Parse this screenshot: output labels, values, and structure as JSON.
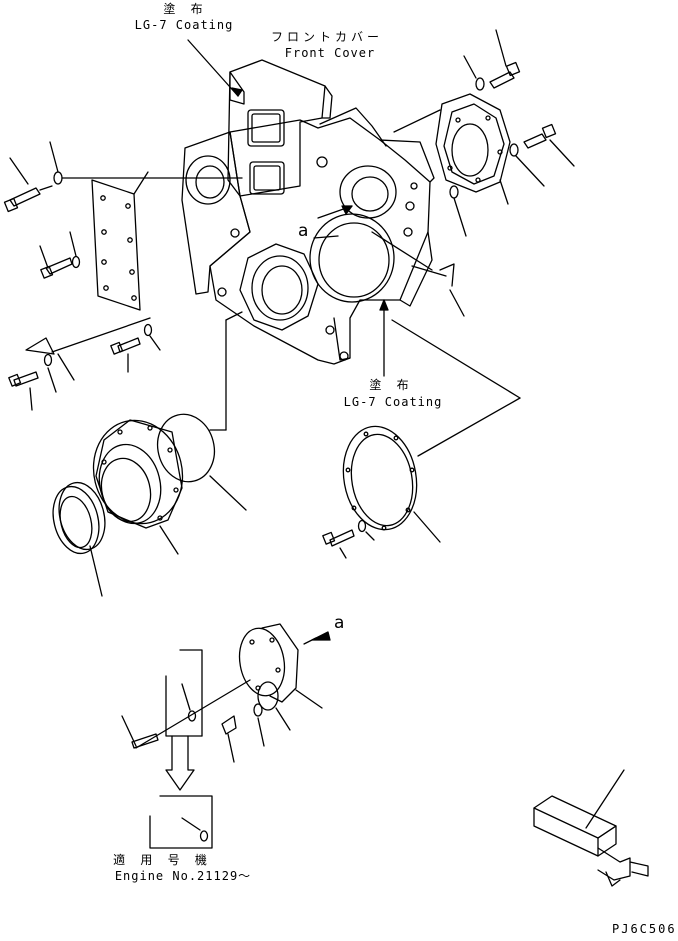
{
  "labels": {
    "coating_top_jp": "塗 布",
    "coating_top_en": "LG-7 Coating",
    "front_cover_jp": "フロントカバー",
    "front_cover_en": "Front Cover",
    "ref_a_main": "a",
    "coating_bottom_jp": "塗 布",
    "coating_bottom_en": "LG-7 Coating",
    "ref_a_inset": "a",
    "serial_jp": "適 用 号 機",
    "serial_en": "Engine No.21129～",
    "drawing_code": "PJ6C506"
  }
}
